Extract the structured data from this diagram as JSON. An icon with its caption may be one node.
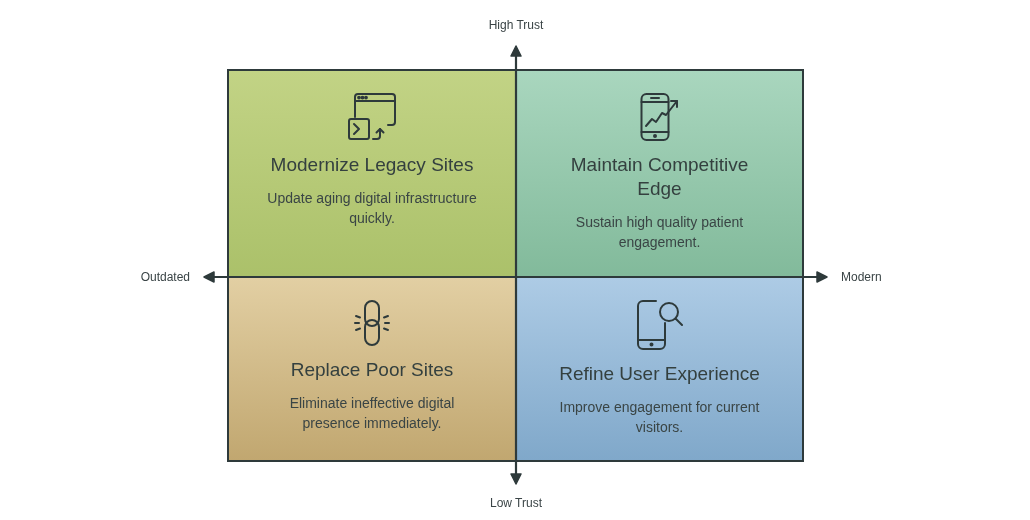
{
  "diagram": {
    "nodes": [
      {
        "text": [
          "Modernize Legacy Sites",
          "Update aging digital infrastructure quickly."
        ]
      },
      {
        "text": [
          "Maintain Competitive Edge",
          "Sustain high quality patient engagement."
        ]
      },
      {
        "text": [
          "Replace Poor Sites",
          "Eliminate ineffective digital presence immediately."
        ]
      },
      {
        "text": [
          "Refine User Experience",
          "Improve engagement for current visitors."
        ]
      }
    ],
    "labels": [
      "High Trust",
      "Outdated",
      "Modern",
      "Low Trust"
    ]
  }
}
